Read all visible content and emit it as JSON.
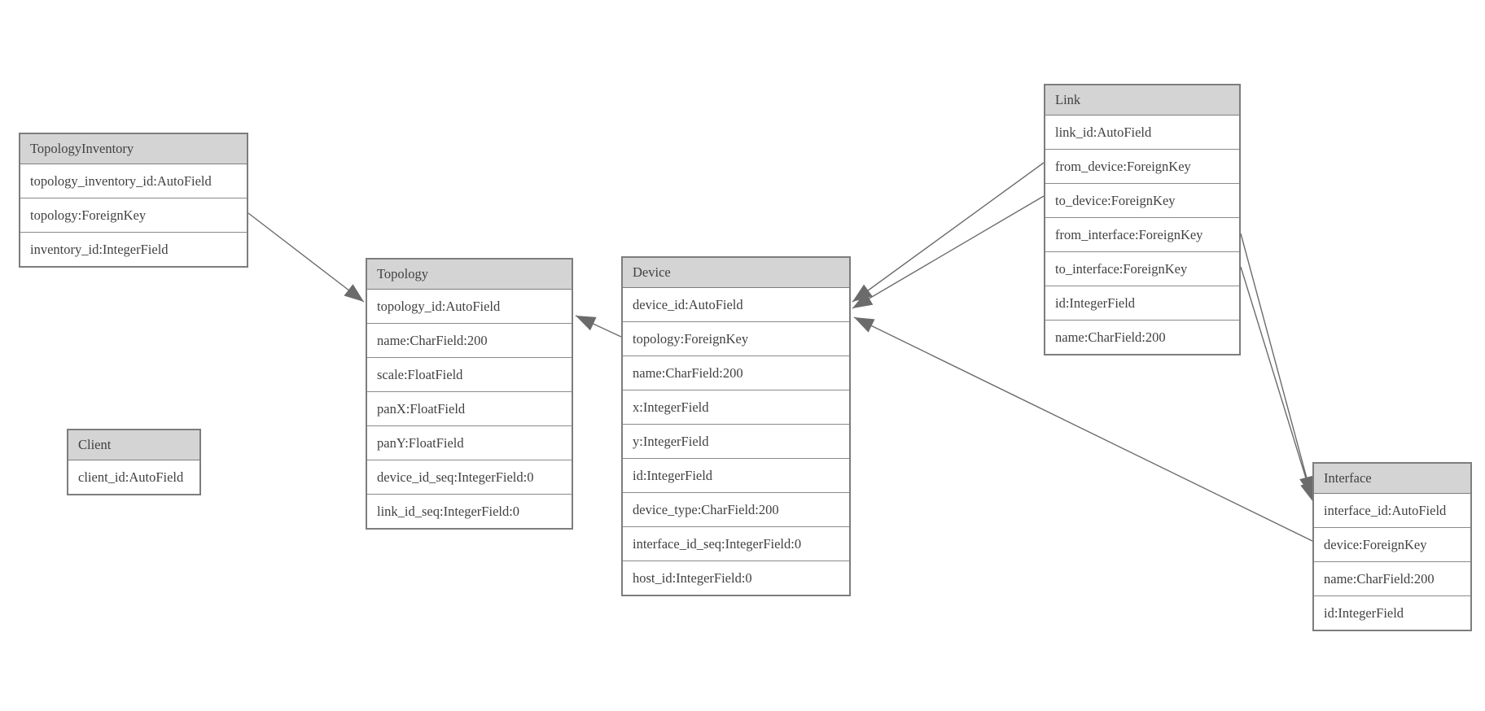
{
  "entities": [
    {
      "name": "TopologyInventory",
      "fields": [
        "topology_inventory_id:AutoField",
        "topology:ForeignKey",
        "inventory_id:IntegerField"
      ]
    },
    {
      "name": "Topology",
      "fields": [
        "topology_id:AutoField",
        "name:CharField:200",
        "scale:FloatField",
        "panX:FloatField",
        "panY:FloatField",
        "device_id_seq:IntegerField:0",
        "link_id_seq:IntegerField:0"
      ]
    },
    {
      "name": "Client",
      "fields": [
        "client_id:AutoField"
      ]
    },
    {
      "name": "Device",
      "fields": [
        "device_id:AutoField",
        "topology:ForeignKey",
        "name:CharField:200",
        "x:IntegerField",
        "y:IntegerField",
        "id:IntegerField",
        "device_type:CharField:200",
        "interface_id_seq:IntegerField:0",
        "host_id:IntegerField:0"
      ]
    },
    {
      "name": "Link",
      "fields": [
        "link_id:AutoField",
        "from_device:ForeignKey",
        "to_device:ForeignKey",
        "from_interface:ForeignKey",
        "to_interface:ForeignKey",
        "id:IntegerField",
        "name:CharField:200"
      ]
    },
    {
      "name": "Interface",
      "fields": [
        "interface_id:AutoField",
        "device:ForeignKey",
        "name:CharField:200",
        "id:IntegerField"
      ]
    }
  ],
  "relationships": [
    {
      "from": "TopologyInventory.topology",
      "to": "Topology"
    },
    {
      "from": "Device.topology",
      "to": "Topology"
    },
    {
      "from": "Link.from_device",
      "to": "Device"
    },
    {
      "from": "Link.to_device",
      "to": "Device"
    },
    {
      "from": "Link.from_interface",
      "to": "Interface"
    },
    {
      "from": "Link.to_interface",
      "to": "Interface"
    },
    {
      "from": "Interface.device",
      "to": "Device"
    }
  ],
  "colors": {
    "background": "#ffffff",
    "header_bg": "#d4d4d4",
    "border": "#7d7d7d",
    "text": "#414141",
    "edge": "#6b6b6b"
  }
}
